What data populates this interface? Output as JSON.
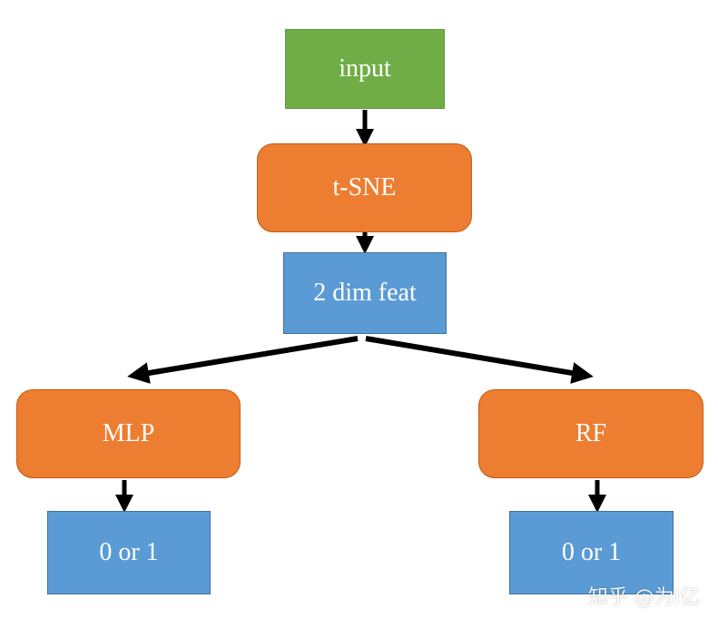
{
  "nodes": {
    "input": "input",
    "tsne": "t-SNE",
    "feat": "2 dim feat",
    "mlp": "MLP",
    "rf": "RF",
    "out_left": "0 or 1",
    "out_right": "0 or 1"
  },
  "watermark": "知乎 @为i亿",
  "colors": {
    "input": "#70ad47",
    "model": "#ed7d31",
    "data": "#5b9bd5",
    "arrow": "#000000"
  }
}
